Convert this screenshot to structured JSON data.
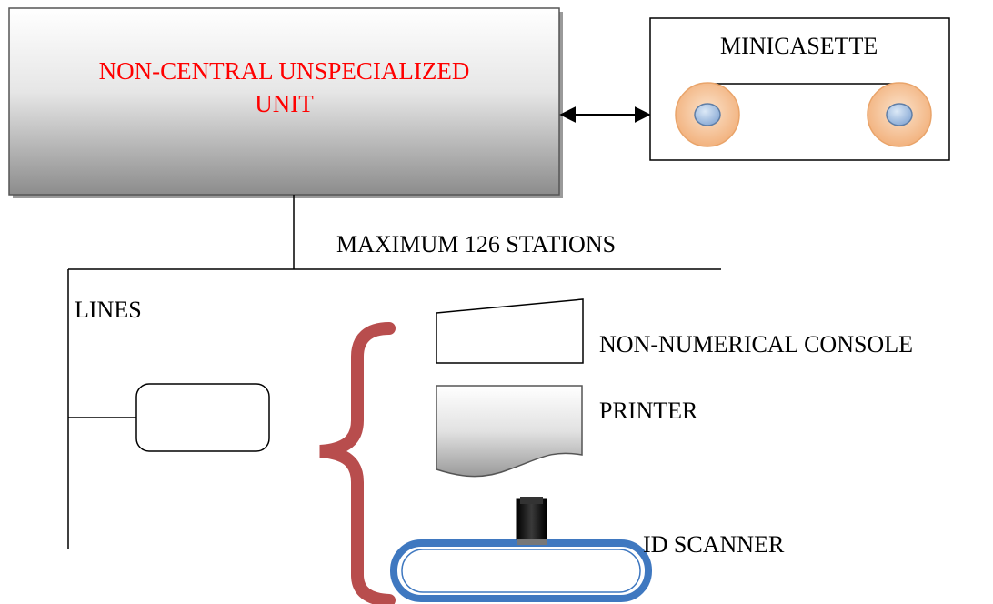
{
  "central_unit": {
    "line1": "NON-CENTRAL UNSPECIALIZED",
    "line2": "UNIT",
    "text_color": "#ff0000",
    "fill_top": "#ffffff",
    "fill_bottom": "#8c8c8c"
  },
  "minicasette": {
    "label": "MINICASETTE",
    "reel_color": "#f7c9a0",
    "hub_color": "#a9c4e6"
  },
  "bus": {
    "label": "MAXIMUM 126 STATIONS"
  },
  "lines": {
    "label": "LINES"
  },
  "devices": {
    "console_label": "NON-NUMERICAL CONSOLE",
    "printer_label": "PRINTER",
    "scanner_label": "ID SCANNER"
  },
  "colors": {
    "brace": "#b84d4d",
    "scanner_ring": "#3f78c0",
    "scanner_knob": "#1a1a1a"
  }
}
